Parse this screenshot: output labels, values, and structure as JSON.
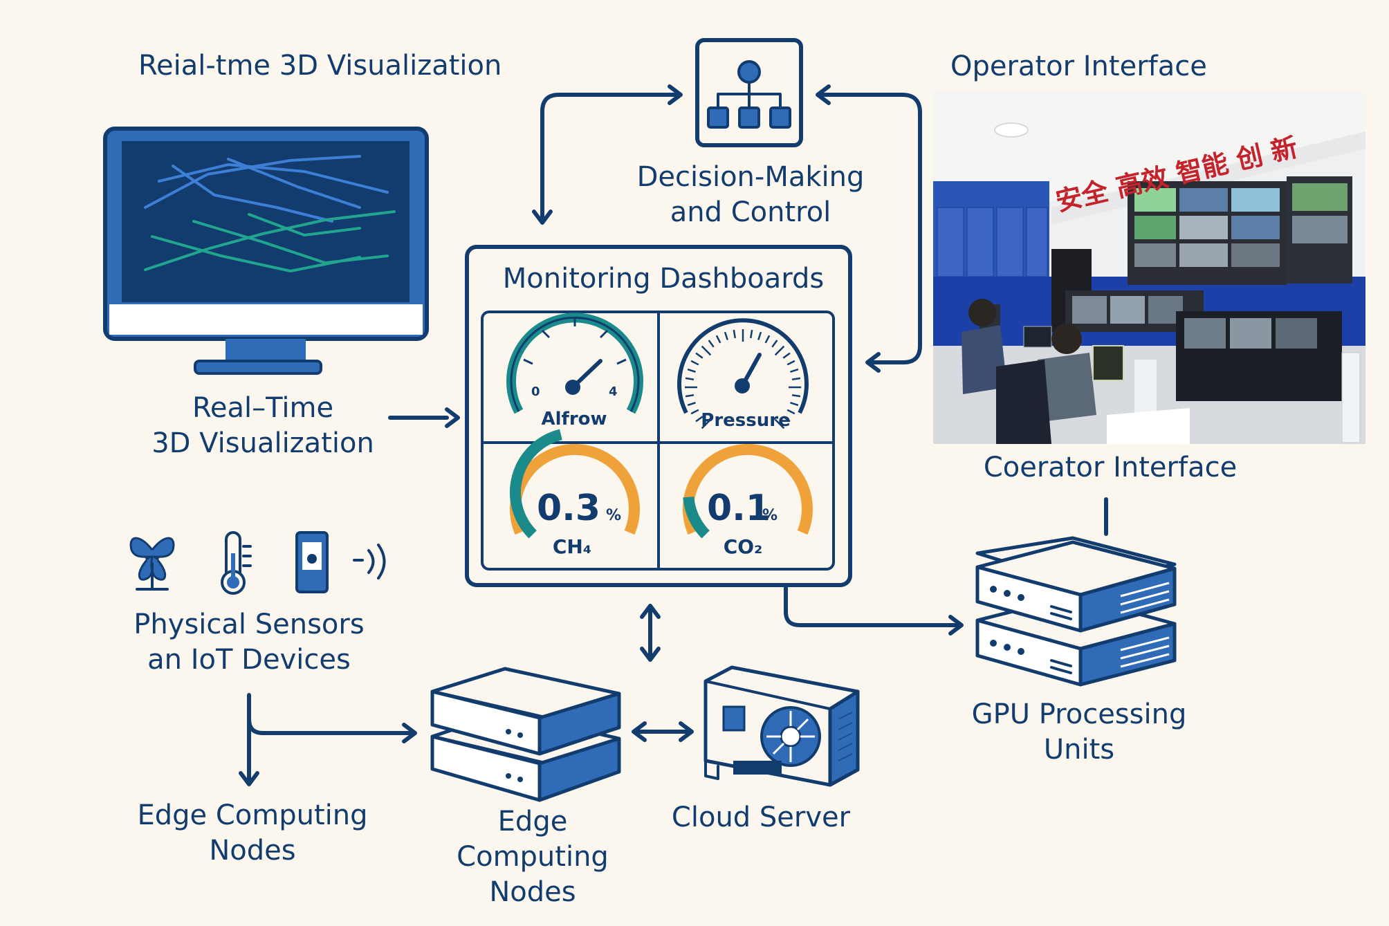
{
  "labels": {
    "top_title": "Reial-tme 3D Visualization",
    "decision": "Decision-Making\nand Control",
    "operator_top": "Operator Interface",
    "visualization": "Real–Time\n3D Visualization",
    "monitoring": "Monitoring Dashboards",
    "operator_bottom": "Coerator Interface",
    "sensors": "Physical Sensors\nan IoT Devices",
    "edge_left": "Edge Computing\nNodes",
    "edge_center": "Edge\nComputing\nNodes",
    "cloud": "Cloud Server",
    "gpu": "GPU Processing\nUnits"
  },
  "gauges": {
    "airflow": {
      "label": "Alfrow",
      "min": "0",
      "max": "4"
    },
    "pressure": {
      "label": "Pressure"
    },
    "ch4": {
      "value": "0.3",
      "unit": "%",
      "label": "CH₄",
      "level": 0.3
    },
    "co2": {
      "value": "0.1",
      "unit": "%",
      "label": "CO₂",
      "level": 0.1
    }
  },
  "photo": {
    "banner": "安全 高效 智能 创 新"
  },
  "colors": {
    "navy": "#123c6e",
    "blue": "#2f6bb7",
    "teal": "#1a8a8a",
    "orange": "#f0a23a",
    "background": "#fbf7ef"
  }
}
